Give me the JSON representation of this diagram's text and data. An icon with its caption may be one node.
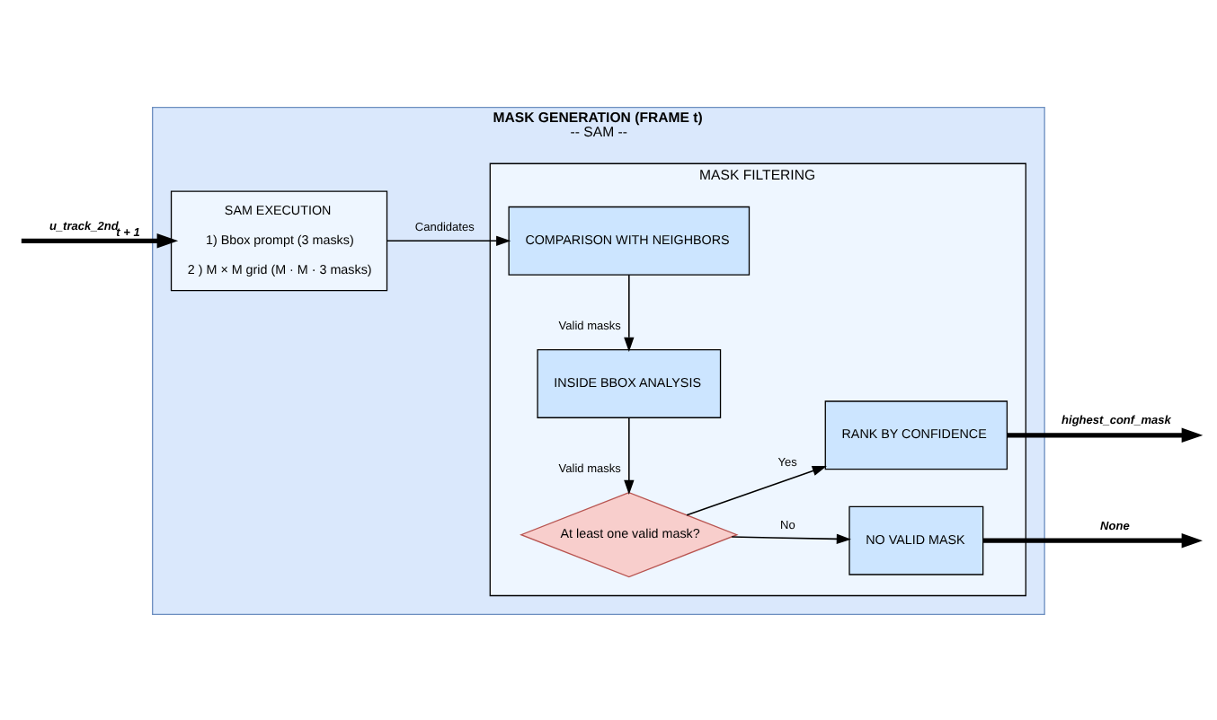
{
  "diagram": {
    "nodes": [
      {
        "text": [
          "MASK GENERATION (FRAME t)",
          "-- SAM --"
        ]
      },
      {
        "text": [
          "SAM EXECUTION",
          "1) Bbox prompt (3 masks)",
          "2 ) M × M grid (M · M · 3 masks)"
        ],
        "in": 0
      },
      {
        "text": [
          "MASK FILTERING"
        ],
        "in": 0
      },
      {
        "text": [
          "COMPARISON WITH NEIGHBORS"
        ],
        "in": 2
      },
      {
        "text": [
          "INSIDE BBOX ANALYSIS"
        ],
        "in": 2
      },
      {
        "text": [
          "At least one valid mask?"
        ],
        "in": 2
      },
      {
        "text": [
          "RANK BY CONFIDENCE"
        ],
        "in": 2
      },
      {
        "text": [
          "NO VALID MASK"
        ],
        "in": 2
      }
    ],
    "edges": [
      {
        "from": null,
        "to": 1,
        "arrow": "to",
        "label": "u_track_2nd$_{t + 1}$",
        "style": "thick"
      },
      {
        "from": 1,
        "to": 3,
        "arrow": "to",
        "label": "Candidates"
      },
      {
        "from": 3,
        "to": 4,
        "arrow": "to",
        "label": "Valid masks"
      },
      {
        "from": 4,
        "to": 5,
        "arrow": "to",
        "label": "Valid masks"
      },
      {
        "from": 5,
        "to": 6,
        "arrow": "to",
        "label": "Yes"
      },
      {
        "from": 5,
        "to": 7,
        "arrow": "to",
        "label": "No"
      },
      {
        "from": 6,
        "to": null,
        "arrow": "to",
        "label": "highest_conf_mask",
        "style": "thick"
      },
      {
        "from": 7,
        "to": null,
        "arrow": "to",
        "label": "None",
        "style": "thick"
      }
    ]
  }
}
